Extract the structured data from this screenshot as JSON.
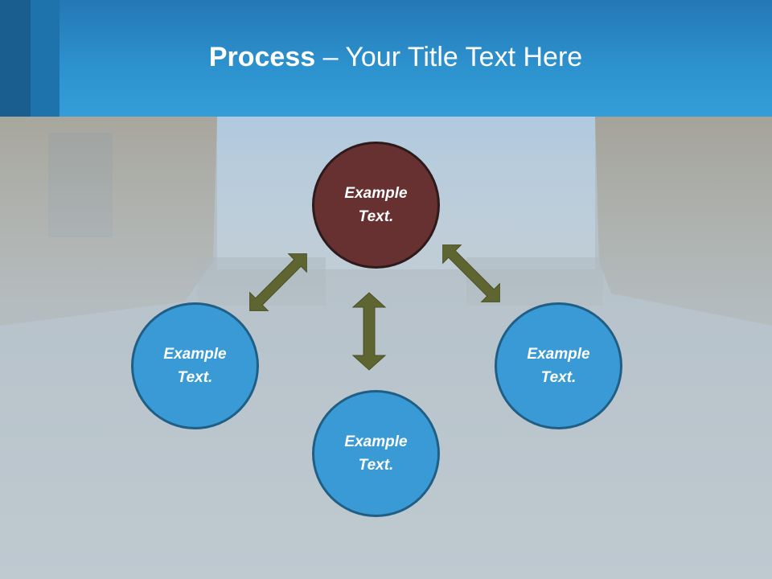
{
  "title": {
    "bold": "Process",
    "rest": " – Your Title Text Here"
  },
  "nodes": {
    "top": "Example Text.",
    "left": "Example Text.",
    "bottom": "Example Text.",
    "right": "Example Text."
  },
  "colors": {
    "header": "#2d93cf",
    "accent_node": "#673131",
    "node": "#3a9ad6",
    "node_border": "#1f5f85",
    "arrow": "#5e6530"
  }
}
